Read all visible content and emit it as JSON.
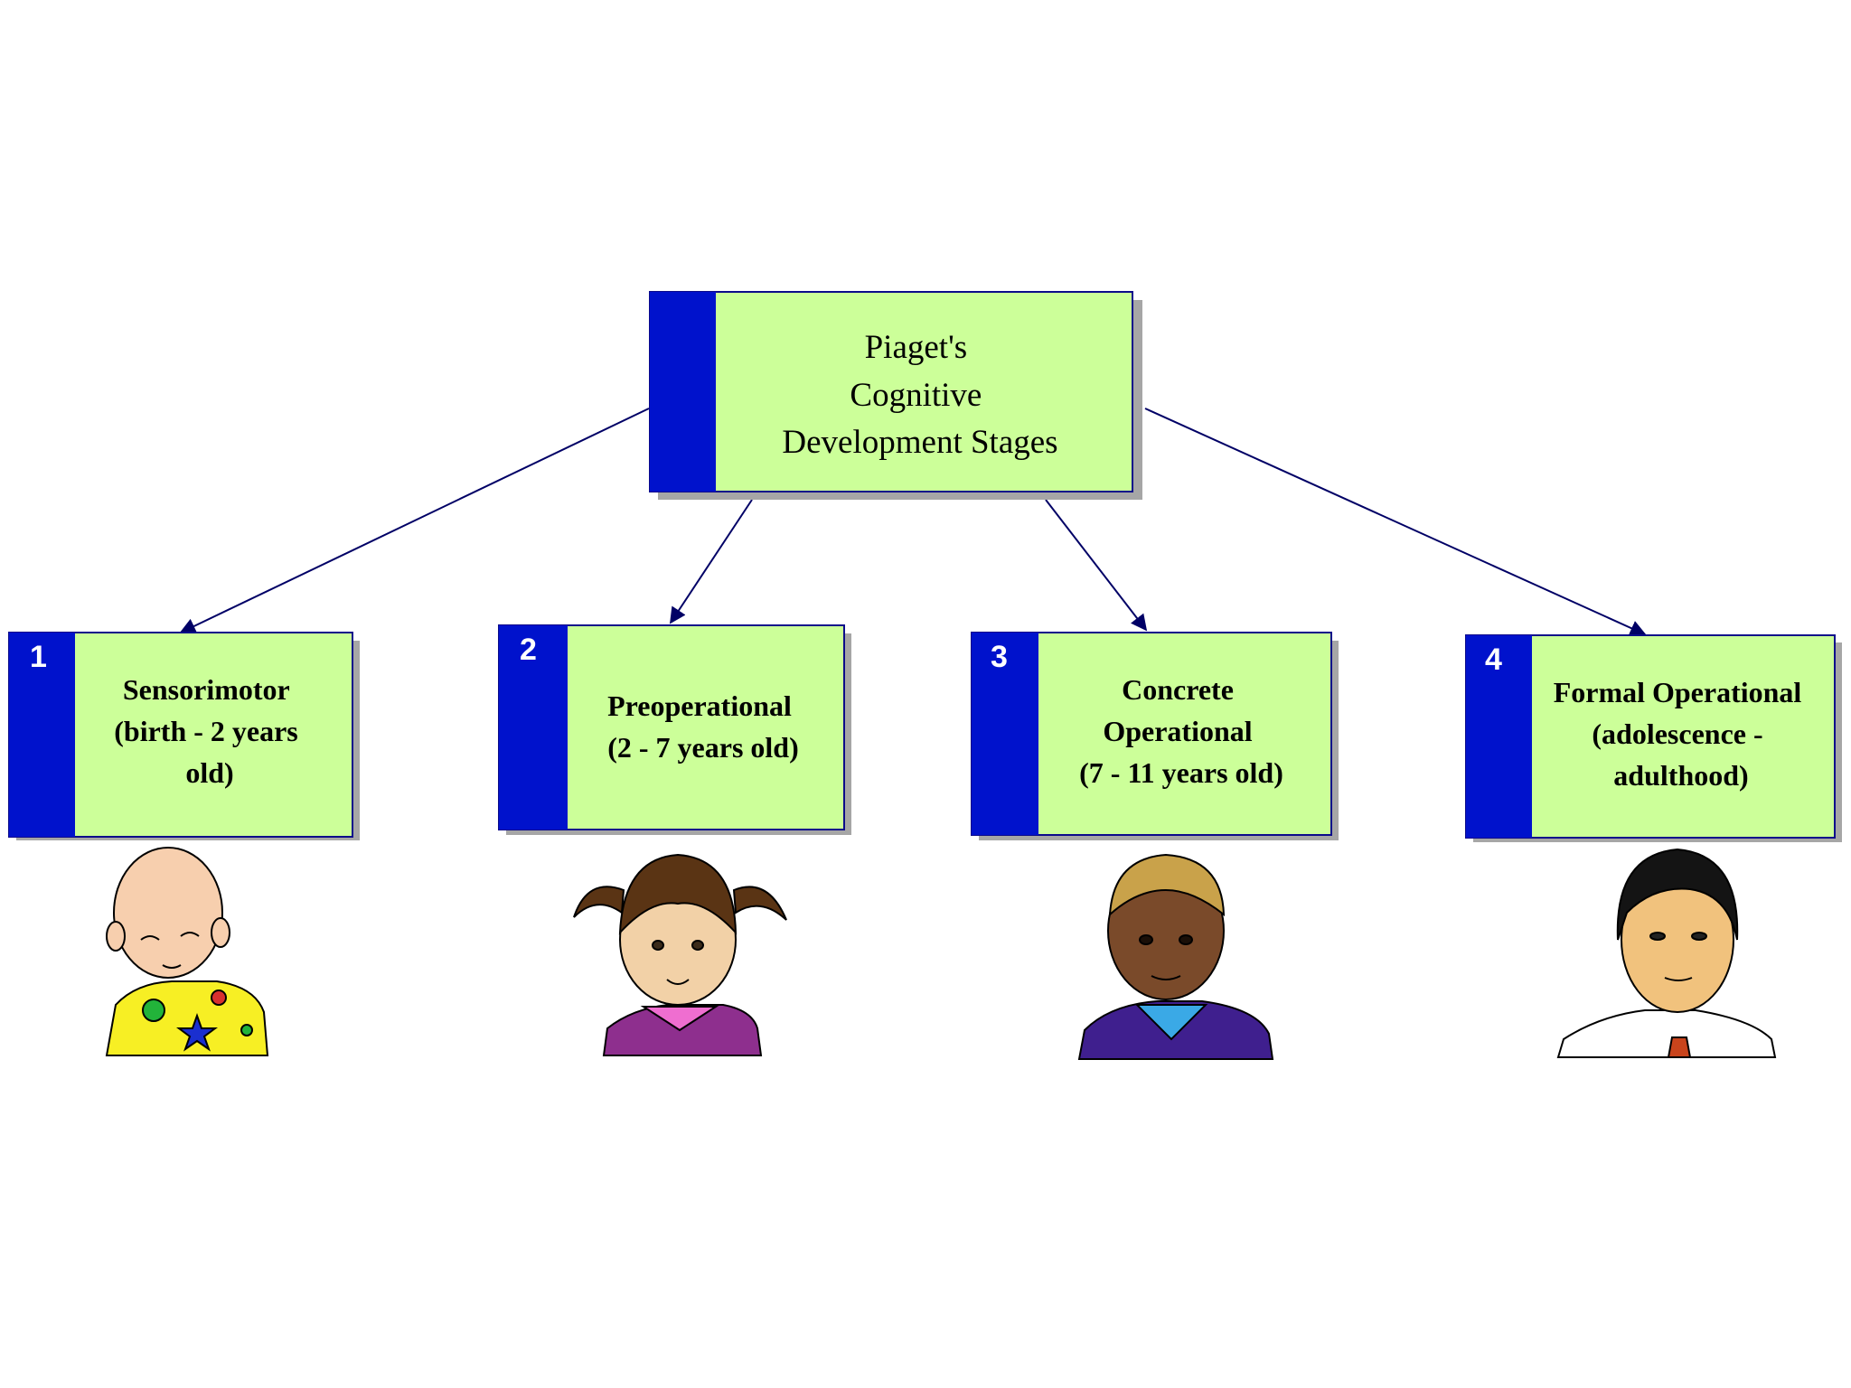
{
  "root": {
    "lines": [
      "Piaget's",
      "Cognitive",
      "Development Stages"
    ]
  },
  "stages": [
    {
      "number": "1",
      "lines": [
        "Sensorimotor",
        "(birth - 2 years",
        "old)"
      ],
      "figure": "baby-illustration"
    },
    {
      "number": "2",
      "lines": [
        "Preoperational",
        "(2 - 7 years old)"
      ],
      "figure": "girl-illustration"
    },
    {
      "number": "3",
      "lines": [
        "Concrete",
        "Operational",
        "(7 - 11 years old)"
      ],
      "figure": "boy-illustration"
    },
    {
      "number": "4",
      "lines": [
        "Formal Operational",
        "(adolescence -",
        "adulthood)"
      ],
      "figure": "man-illustration"
    }
  ],
  "colors": {
    "box_fill": "#ccff99",
    "box_band": "#0012cc",
    "box_border": "#0b0b8a",
    "shadow": "#a6a6a6",
    "arrow": "#000066",
    "text": "#000000",
    "number_text": "#ffffff"
  }
}
